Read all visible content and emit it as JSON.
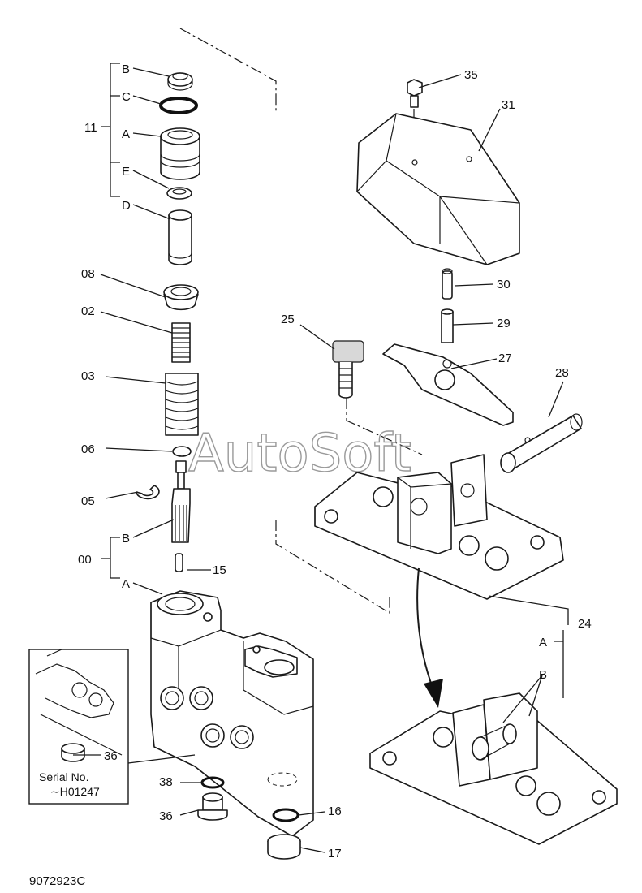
{
  "labels": {
    "p35": "35",
    "p31": "31",
    "p30": "30",
    "p29": "29",
    "p27": "27",
    "p25": "25",
    "p28": "28",
    "p24": "24",
    "p11": "11",
    "p08": "08",
    "p02": "02",
    "p03": "03",
    "p06": "06",
    "p05": "05",
    "p00": "00",
    "p15": "15",
    "p36a": "36",
    "p36b": "36",
    "p38": "38",
    "p16": "16",
    "p17": "17",
    "sub_b1": "B",
    "sub_c": "C",
    "sub_a1": "A",
    "sub_e": "E",
    "sub_d": "D",
    "sub_b2": "B",
    "sub_a2": "A",
    "view_a": "A",
    "view_b": "B"
  },
  "inset": {
    "serial_line1": "Serial No.",
    "serial_line2": "∼H01247"
  },
  "watermark": "AutoSoft",
  "drawing_number": "9072923C"
}
